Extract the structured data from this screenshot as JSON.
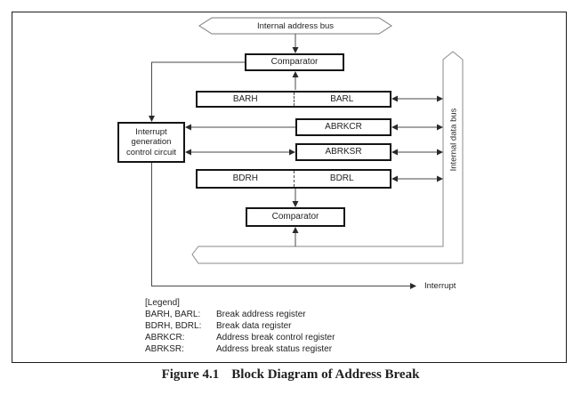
{
  "diagram": {
    "address_bus_label": "Internal address bus",
    "data_bus_label": "Internal data bus",
    "comparator_top_label": "Comparator",
    "comparator_bottom_label": "Comparator",
    "registers": {
      "barh": "BARH",
      "barl": "BARL",
      "abrkcr": "ABRKCR",
      "abrksr": "ABRKSR",
      "bdrh": "BDRH",
      "bdrl": "BDRL"
    },
    "interrupt_box": {
      "line1": "Interrupt",
      "line2": "generation",
      "line3": "control circuit"
    },
    "interrupt_output_label": "Interrupt"
  },
  "legend": {
    "title": "[Legend]",
    "entries": [
      {
        "term": "BARH, BARL:",
        "description": "Break address register"
      },
      {
        "term": "BDRH, BDRL:",
        "description": "Break data register"
      },
      {
        "term": "ABRKCR:",
        "description": "Address break control register"
      },
      {
        "term": "ABRKSR:",
        "description": "Address break status register"
      }
    ]
  },
  "caption": {
    "number": "Figure 4.1",
    "title": "Block Diagram of Address Break"
  },
  "colors": {
    "wire": "#4a4a4a",
    "arrowhead": "#2a2a2a",
    "bus_outline": "#858585",
    "box_border": "#141414"
  }
}
